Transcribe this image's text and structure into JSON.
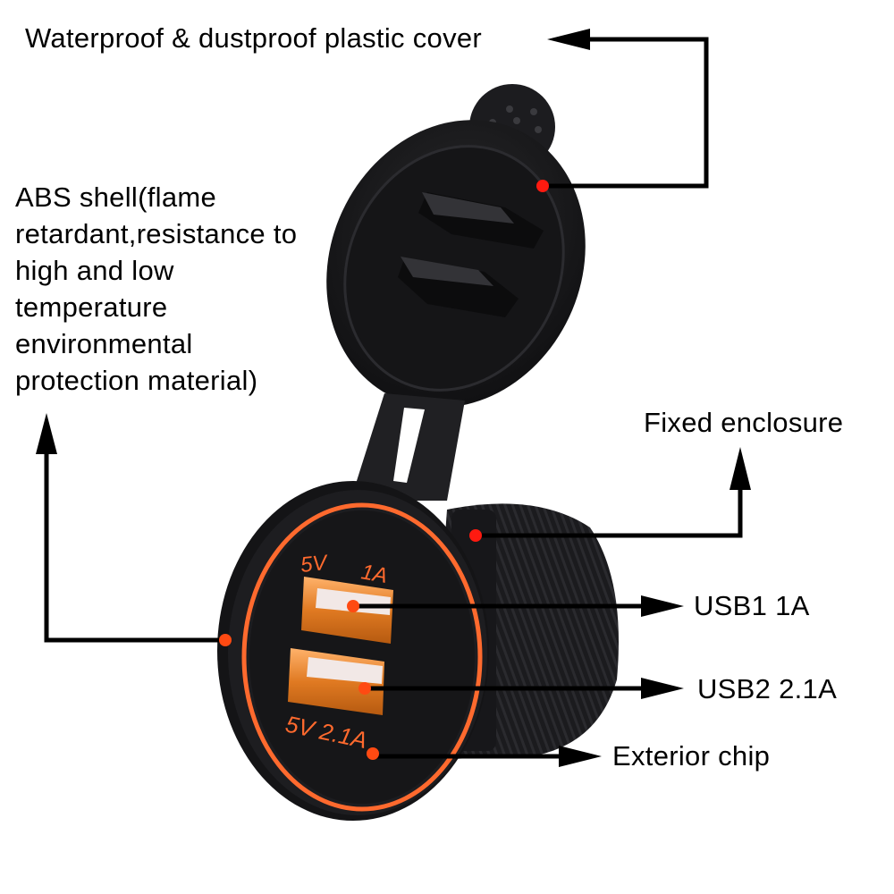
{
  "diagram": {
    "type": "product-callout-diagram",
    "subject": "Dual USB charger socket with cover",
    "accent_dot_color": "#ff2a1a",
    "ring_color": "#ff6a2e",
    "callouts": [
      {
        "id": "cover",
        "label": "Waterproof & dustproof plastic cover"
      },
      {
        "id": "abs",
        "label_lines": [
          "ABS shell(flame",
          "retardant,resistance to",
          "high and low",
          "temperature",
          "environmental",
          "protection material)"
        ]
      },
      {
        "id": "enclosure",
        "label": "Fixed enclosure"
      },
      {
        "id": "usb1",
        "label": "USB1 1A"
      },
      {
        "id": "usb2",
        "label": "USB2 2.1A"
      },
      {
        "id": "chip",
        "label": "Exterior chip"
      }
    ],
    "face_markings": {
      "top_left": "5V",
      "top_right": "1A",
      "bottom": "5V 2.1A"
    }
  }
}
